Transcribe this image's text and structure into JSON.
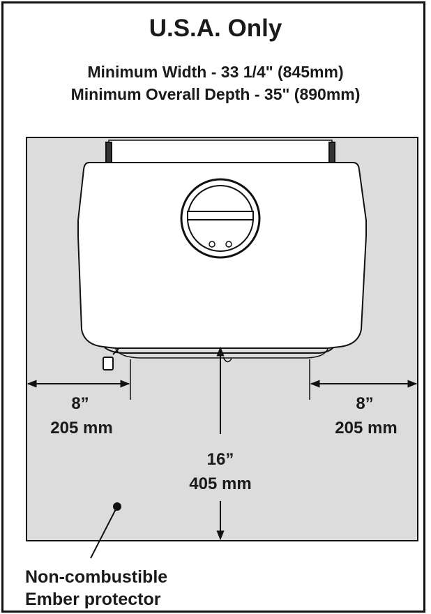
{
  "title": "U.S.A. Only",
  "min_width": "Minimum Width - 33 1/4\" (845mm)",
  "min_depth": "Minimum Overall Depth - 35\" (890mm)",
  "left_clearance": {
    "inches": "8”",
    "mm": "205 mm"
  },
  "right_clearance": {
    "inches": "8”",
    "mm": "205 mm"
  },
  "front_clearance": {
    "inches": "16”",
    "mm": "405 mm"
  },
  "protector_label": {
    "line1": "Non-combustible",
    "line2": "Ember protector"
  },
  "colors": {
    "protector_fill": "#dcdcdc",
    "stove_fill": "#ffffff",
    "line": "#111111"
  }
}
